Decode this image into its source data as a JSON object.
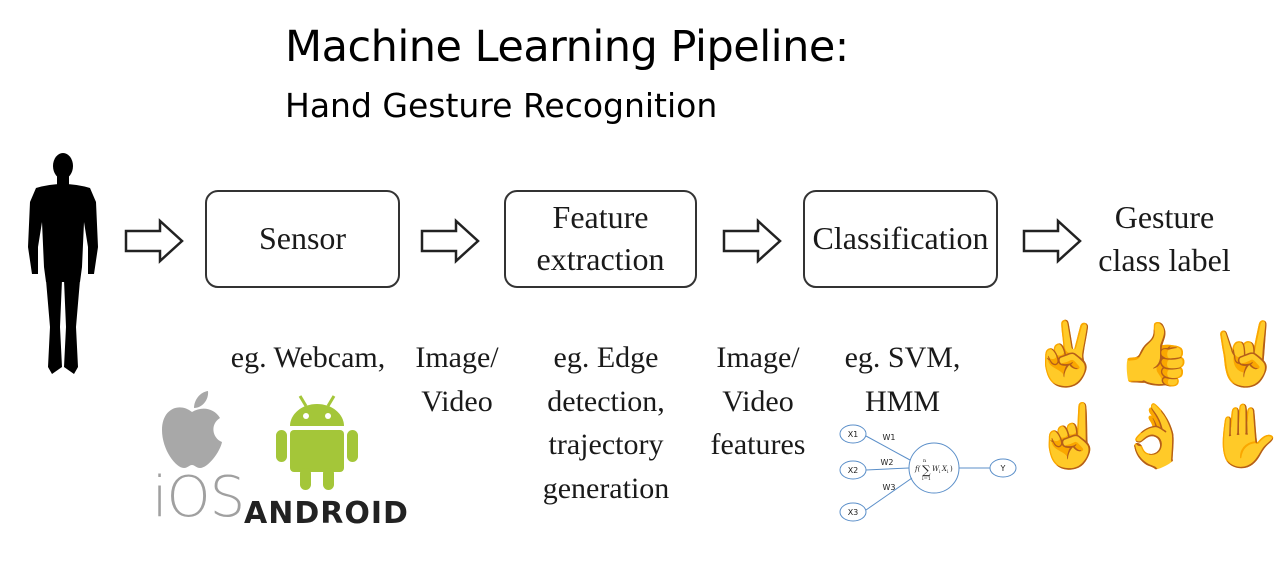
{
  "title": "Machine Learning Pipeline:",
  "subtitle": "Hand Gesture Recognition",
  "stages": [
    {
      "label": "Sensor"
    },
    {
      "label": "Feature\nextraction"
    },
    {
      "label": "Classification"
    }
  ],
  "output_label": "Gesture\nclass label",
  "annotations": {
    "sensor": "eg. Webcam,",
    "sensor_output": "Image/\nVideo",
    "feature": "eg. Edge\ndetection,\ntrajectory\ngeneration",
    "feature_output": "Image/\nVideo\nfeatures",
    "classifier": "eg. SVM,\nHMM"
  },
  "platforms": {
    "ios": "iOS",
    "android": "ANDROID"
  },
  "neuron_diagram": {
    "inputs": [
      "X1",
      "X2",
      "X3"
    ],
    "weights": [
      "W1",
      "W2",
      "W3"
    ],
    "output": "Y"
  },
  "colors": {
    "android_green": "#a4c639",
    "apple_gray": "#a8a8a8",
    "neuron_blue": "#5b8fc9"
  },
  "icons": [
    "human-silhouette-icon",
    "apple-logo-icon",
    "android-robot-icon",
    "hand-gesture-icons"
  ]
}
